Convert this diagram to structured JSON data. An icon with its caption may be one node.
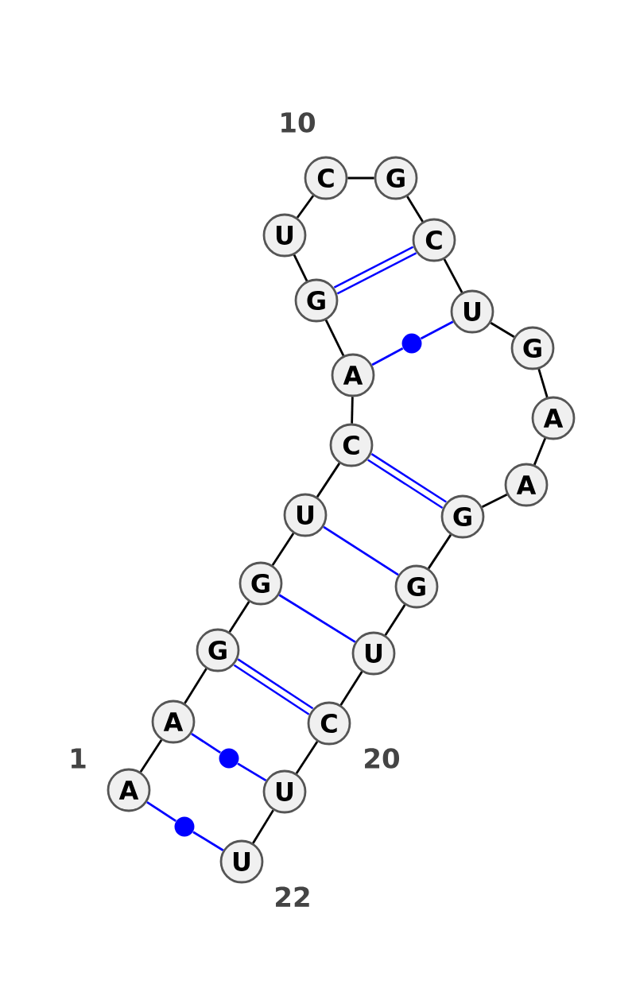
{
  "diagram": {
    "nodes": [
      {
        "text": [
          "A"
        ],
        "beside": [
          "1"
        ]
      },
      {
        "text": [
          "A"
        ]
      },
      {
        "text": [
          "G"
        ]
      },
      {
        "text": [
          "G"
        ]
      },
      {
        "text": [
          "U"
        ]
      },
      {
        "text": [
          "C"
        ]
      },
      {
        "text": [
          "A"
        ]
      },
      {
        "text": [
          "G"
        ]
      },
      {
        "text": [
          "U"
        ]
      },
      {
        "text": [
          "C"
        ],
        "beside": [
          "10"
        ]
      },
      {
        "text": [
          "G"
        ]
      },
      {
        "text": [
          "C"
        ]
      },
      {
        "text": [
          "U"
        ]
      },
      {
        "text": [
          "G"
        ]
      },
      {
        "text": [
          "A"
        ]
      },
      {
        "text": [
          "A"
        ]
      },
      {
        "text": [
          "G"
        ]
      },
      {
        "text": [
          "G"
        ]
      },
      {
        "text": [
          "U"
        ]
      },
      {
        "text": [
          "C"
        ],
        "beside": [
          "20"
        ]
      },
      {
        "text": [
          "U"
        ]
      },
      {
        "text": [
          "U"
        ],
        "beside": [
          "22"
        ]
      },
      {
        "text": [],
        "shape": "dot"
      },
      {
        "text": [],
        "shape": "dot"
      },
      {
        "text": [],
        "shape": "dot"
      }
    ],
    "edges": [
      {
        "from": 0,
        "to": 1,
        "arrow": "none"
      },
      {
        "from": 1,
        "to": 2,
        "arrow": "none"
      },
      {
        "from": 2,
        "to": 3,
        "arrow": "none"
      },
      {
        "from": 3,
        "to": 4,
        "arrow": "none"
      },
      {
        "from": 4,
        "to": 5,
        "arrow": "none"
      },
      {
        "from": 5,
        "to": 6,
        "arrow": "none"
      },
      {
        "from": 6,
        "to": 7,
        "arrow": "none"
      },
      {
        "from": 7,
        "to": 8,
        "arrow": "none"
      },
      {
        "from": 8,
        "to": 9,
        "arrow": "none"
      },
      {
        "from": 9,
        "to": 10,
        "arrow": "none"
      },
      {
        "from": 10,
        "to": 11,
        "arrow": "none"
      },
      {
        "from": 11,
        "to": 12,
        "arrow": "none"
      },
      {
        "from": 12,
        "to": 13,
        "arrow": "none"
      },
      {
        "from": 13,
        "to": 14,
        "arrow": "none"
      },
      {
        "from": 14,
        "to": 15,
        "arrow": "none"
      },
      {
        "from": 15,
        "to": 16,
        "arrow": "none"
      },
      {
        "from": 16,
        "to": 17,
        "arrow": "none"
      },
      {
        "from": 17,
        "to": 18,
        "arrow": "none"
      },
      {
        "from": 18,
        "to": 19,
        "arrow": "none"
      },
      {
        "from": 19,
        "to": 20,
        "arrow": "none"
      },
      {
        "from": 20,
        "to": 21,
        "arrow": "none"
      },
      {
        "from": 0,
        "to": 24,
        "arrow": "none",
        "color": "#0000ff"
      },
      {
        "from": 24,
        "to": 21,
        "arrow": "none",
        "color": "#0000ff"
      },
      {
        "from": 1,
        "to": 23,
        "arrow": "none",
        "color": "#0000ff"
      },
      {
        "from": 23,
        "to": 20,
        "arrow": "none",
        "color": "#0000ff"
      },
      {
        "from": 2,
        "to": 19,
        "arrow": "none",
        "color": "#0000ff"
      },
      {
        "from": 2,
        "to": 19,
        "arrow": "none",
        "color": "#0000ff"
      },
      {
        "from": 3,
        "to": 18,
        "arrow": "none",
        "color": "#0000ff"
      },
      {
        "from": 4,
        "to": 17,
        "arrow": "none",
        "color": "#0000ff"
      },
      {
        "from": 5,
        "to": 16,
        "arrow": "none",
        "color": "#0000ff"
      },
      {
        "from": 5,
        "to": 16,
        "arrow": "none",
        "color": "#0000ff"
      },
      {
        "from": 6,
        "to": 22,
        "arrow": "none",
        "color": "#0000ff"
      },
      {
        "from": 22,
        "to": 12,
        "arrow": "none",
        "color": "#0000ff"
      },
      {
        "from": 7,
        "to": 11,
        "arrow": "none",
        "color": "#0000ff"
      },
      {
        "from": 7,
        "to": 11,
        "arrow": "none",
        "color": "#0000ff"
      }
    ]
  }
}
